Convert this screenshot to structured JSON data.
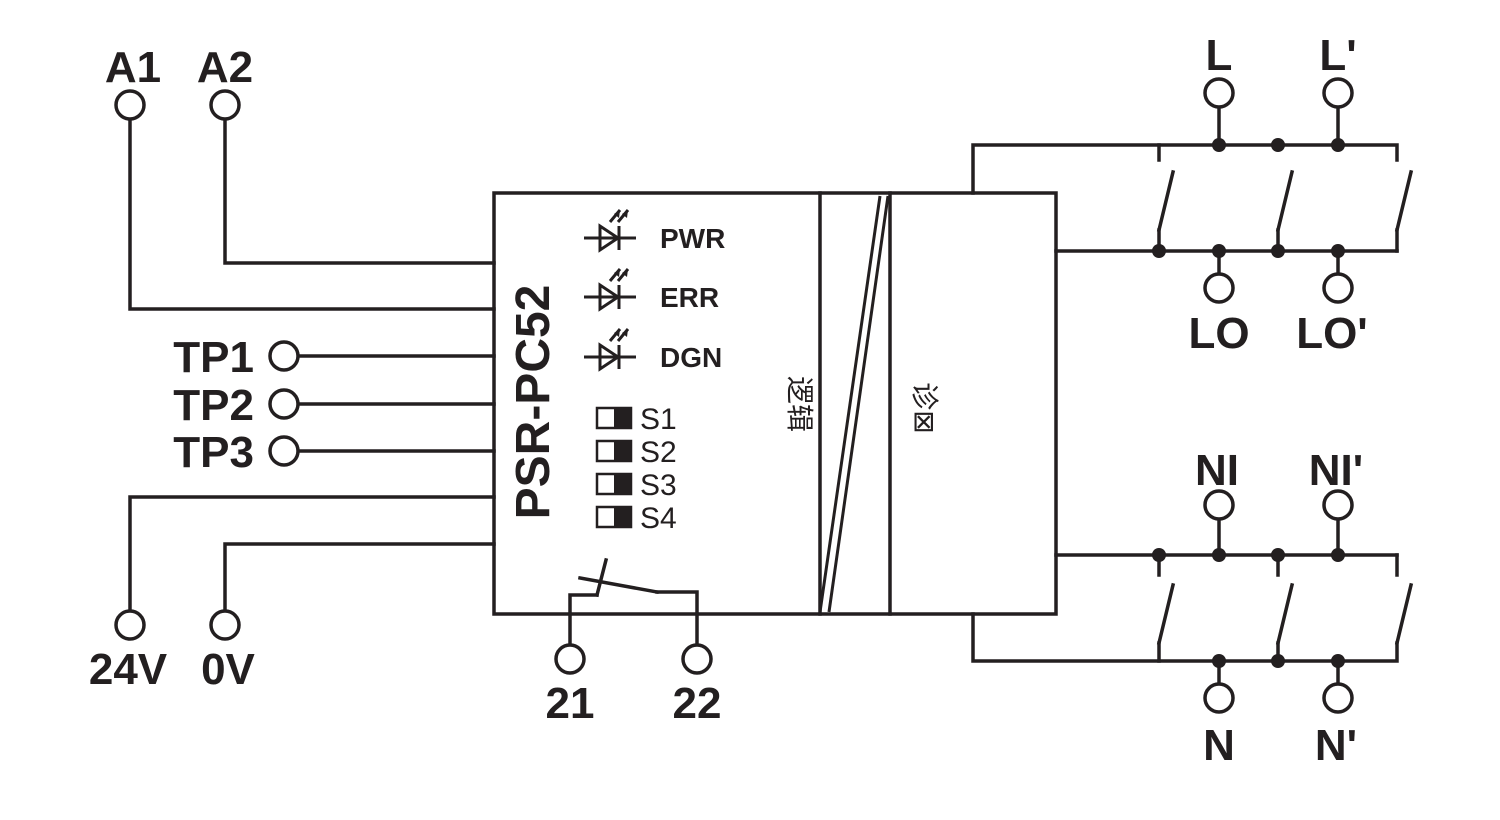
{
  "module": {
    "model": "PSR-PC52",
    "logic_label": "逻辑",
    "diag_label": "诊⊠"
  },
  "leds": [
    {
      "label": "PWR",
      "icon": "led-diode-icon"
    },
    {
      "label": "ERR",
      "icon": "led-diode-icon"
    },
    {
      "label": "DGN",
      "icon": "led-diode-icon"
    }
  ],
  "switches": [
    {
      "label": "S1"
    },
    {
      "label": "S2"
    },
    {
      "label": "S3"
    },
    {
      "label": "S4"
    }
  ],
  "terminals": {
    "a1": "A1",
    "a2": "A2",
    "tp1": "TP1",
    "tp2": "TP2",
    "tp3": "TP3",
    "v24": "24V",
    "v0": "0V",
    "t21": "21",
    "t22": "22",
    "l": "L",
    "l_prime": "L'",
    "lo": "LO",
    "lo_prime": "LO'",
    "ni": "NI",
    "ni_prime": "NI'",
    "n": "N",
    "n_prime": "N'"
  }
}
